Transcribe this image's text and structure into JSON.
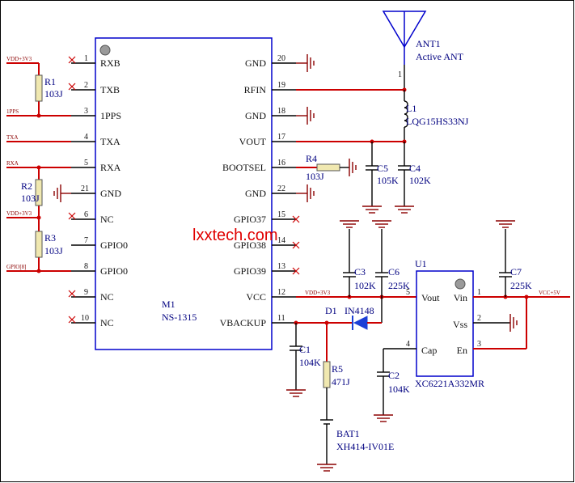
{
  "watermark": "lxxtech.com",
  "module": {
    "designator": "M1",
    "part": "NS-1315",
    "left_pins": [
      {
        "num": "1",
        "name": "RXB"
      },
      {
        "num": "2",
        "name": "TXB"
      },
      {
        "num": "3",
        "name": "1PPS"
      },
      {
        "num": "4",
        "name": "TXA"
      },
      {
        "num": "5",
        "name": "RXA"
      },
      {
        "num": "21",
        "name": "GND"
      },
      {
        "num": "6",
        "name": "NC"
      },
      {
        "num": "7",
        "name": "GPIO0"
      },
      {
        "num": "8",
        "name": "GPIO0"
      },
      {
        "num": "9",
        "name": "NC"
      },
      {
        "num": "10",
        "name": "NC"
      }
    ],
    "right_pins": [
      {
        "num": "20",
        "name": "GND"
      },
      {
        "num": "19",
        "name": "RFIN"
      },
      {
        "num": "18",
        "name": "GND"
      },
      {
        "num": "17",
        "name": "VOUT"
      },
      {
        "num": "16",
        "name": "BOOTSEL"
      },
      {
        "num": "22",
        "name": "GND"
      },
      {
        "num": "15",
        "name": "GPIO37"
      },
      {
        "num": "14",
        "name": "GPIO38"
      },
      {
        "num": "13",
        "name": "GPIO39"
      },
      {
        "num": "12",
        "name": "VCC"
      },
      {
        "num": "11",
        "name": "VBACKUP"
      }
    ]
  },
  "regulator": {
    "designator": "U1",
    "part": "XC6221A332MR",
    "pins": [
      {
        "num": "5",
        "name": "Vout"
      },
      {
        "num": "1",
        "name": "Vin"
      },
      {
        "num": "2",
        "name": "Vss"
      },
      {
        "num": "3",
        "name": "En"
      },
      {
        "num": "4",
        "name": "Cap"
      }
    ]
  },
  "antenna": {
    "designator": "ANT1",
    "value": "Active ANT",
    "pin": "1"
  },
  "inductor": {
    "designator": "L1",
    "value": "LQG15HS33NJ"
  },
  "diode": {
    "designator": "D1",
    "value": "IN4148"
  },
  "battery": {
    "designator": "BAT1",
    "value": "XH414-IV01E"
  },
  "resistors": [
    {
      "designator": "R1",
      "value": "103J"
    },
    {
      "designator": "R2",
      "value": "103J"
    },
    {
      "designator": "R3",
      "value": "103J"
    },
    {
      "designator": "R4",
      "value": "103J"
    },
    {
      "designator": "R5",
      "value": "471J"
    }
  ],
  "capacitors": [
    {
      "designator": "C5",
      "value": "105K"
    },
    {
      "designator": "C4",
      "value": "102K"
    },
    {
      "designator": "C3",
      "value": "102K"
    },
    {
      "designator": "C6",
      "value": "225K"
    },
    {
      "designator": "C7",
      "value": "225K"
    },
    {
      "designator": "C1",
      "value": "104K"
    },
    {
      "designator": "C2",
      "value": "104K"
    }
  ],
  "nets": {
    "vdd_r1": "VDD+3V3",
    "pps": "1PPS",
    "txa": "TXA",
    "rxa": "RXA",
    "vdd_r3": "VDD+3V3",
    "gpio": "GPIO[8]",
    "vdd_vcc": "VDD+3V3",
    "vcc_in": "VCC+5V"
  }
}
